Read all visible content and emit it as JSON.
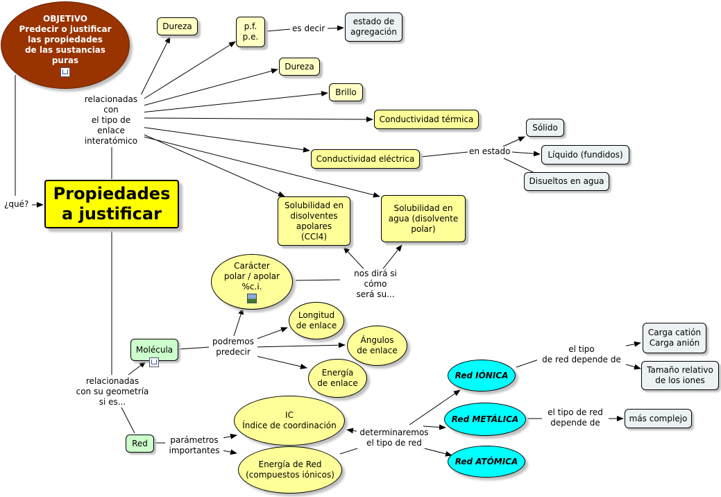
{
  "objective": {
    "lines": [
      "OBJETIVO",
      "Predecir o justificar",
      "las propiedades",
      "de las sustancias",
      "puras"
    ],
    "icon": "concept-map-icon"
  },
  "main_title": [
    "Propiedades",
    "a justificar"
  ],
  "link_que": "¿qué?",
  "link_enlace": [
    "relacionadas",
    "con",
    "el tipo de",
    "enlace",
    "interatómico"
  ],
  "link_geometria": [
    "relacionadas",
    "con su geometría",
    "si es..."
  ],
  "link_es_decir": "es decir",
  "link_en_estado": "en estado",
  "link_nos_dira": [
    "nos dirá si cómo",
    "será su..."
  ],
  "link_podremos": [
    "podremos",
    "predecir"
  ],
  "link_parametros": [
    "parámetros",
    "importantes"
  ],
  "link_determinaremos": [
    "determinaremos",
    "el tipo de red"
  ],
  "link_ionica": [
    "el tipo",
    "de red depende de"
  ],
  "link_metalica": [
    "el tipo de red",
    "depende de"
  ],
  "nodes": {
    "dureza1": "Dureza",
    "pfpe": [
      "p.f.",
      "p.e."
    ],
    "estado": [
      "estado de",
      "agregación"
    ],
    "dureza2": "Dureza",
    "brillo": "Brillo",
    "cond_termica": "Conductividad térmica",
    "cond_electrica": "Conductividad eléctrica",
    "solido": "Sólido",
    "liquido": "Líquido (fundidos)",
    "disueltos": "Disueltos en agua",
    "sol_apolar": [
      "Solubilidad en",
      "disolventes",
      "apolares",
      "(CCl4)"
    ],
    "sol_agua": [
      "Solubilidad en",
      "agua (disolvente",
      "polar)"
    ],
    "caracter": [
      "Carácter",
      "polar / apolar",
      "%c.i."
    ],
    "longitud": [
      "Longitud",
      "de enlace"
    ],
    "angulos": [
      "Ángulos",
      "de enlace"
    ],
    "energia_enlace": [
      "Energía",
      "de enlace"
    ],
    "molecula": "Molécula",
    "red": "Red",
    "ic": [
      "IC",
      "Índice de coordinación"
    ],
    "energia_red": [
      "Energía de Red",
      "(compuestos iónicos)"
    ],
    "red_ionica": "Red IÓNICA",
    "red_metalica": "Red METÁLICA",
    "red_atomica": "Red ATÓMICA",
    "carga": [
      "Carga catión",
      "Carga anión"
    ],
    "tamano": [
      "Tamaño relativo",
      "de los iones"
    ],
    "complejo": "más complejo"
  },
  "colors": {
    "objective": "#993300",
    "main": "#ffff00",
    "concept_yellow": "#ffffc4",
    "concept_gray": "#ecf1f4",
    "concept_green": "#ccffcc",
    "red_type": "#00ffff"
  }
}
